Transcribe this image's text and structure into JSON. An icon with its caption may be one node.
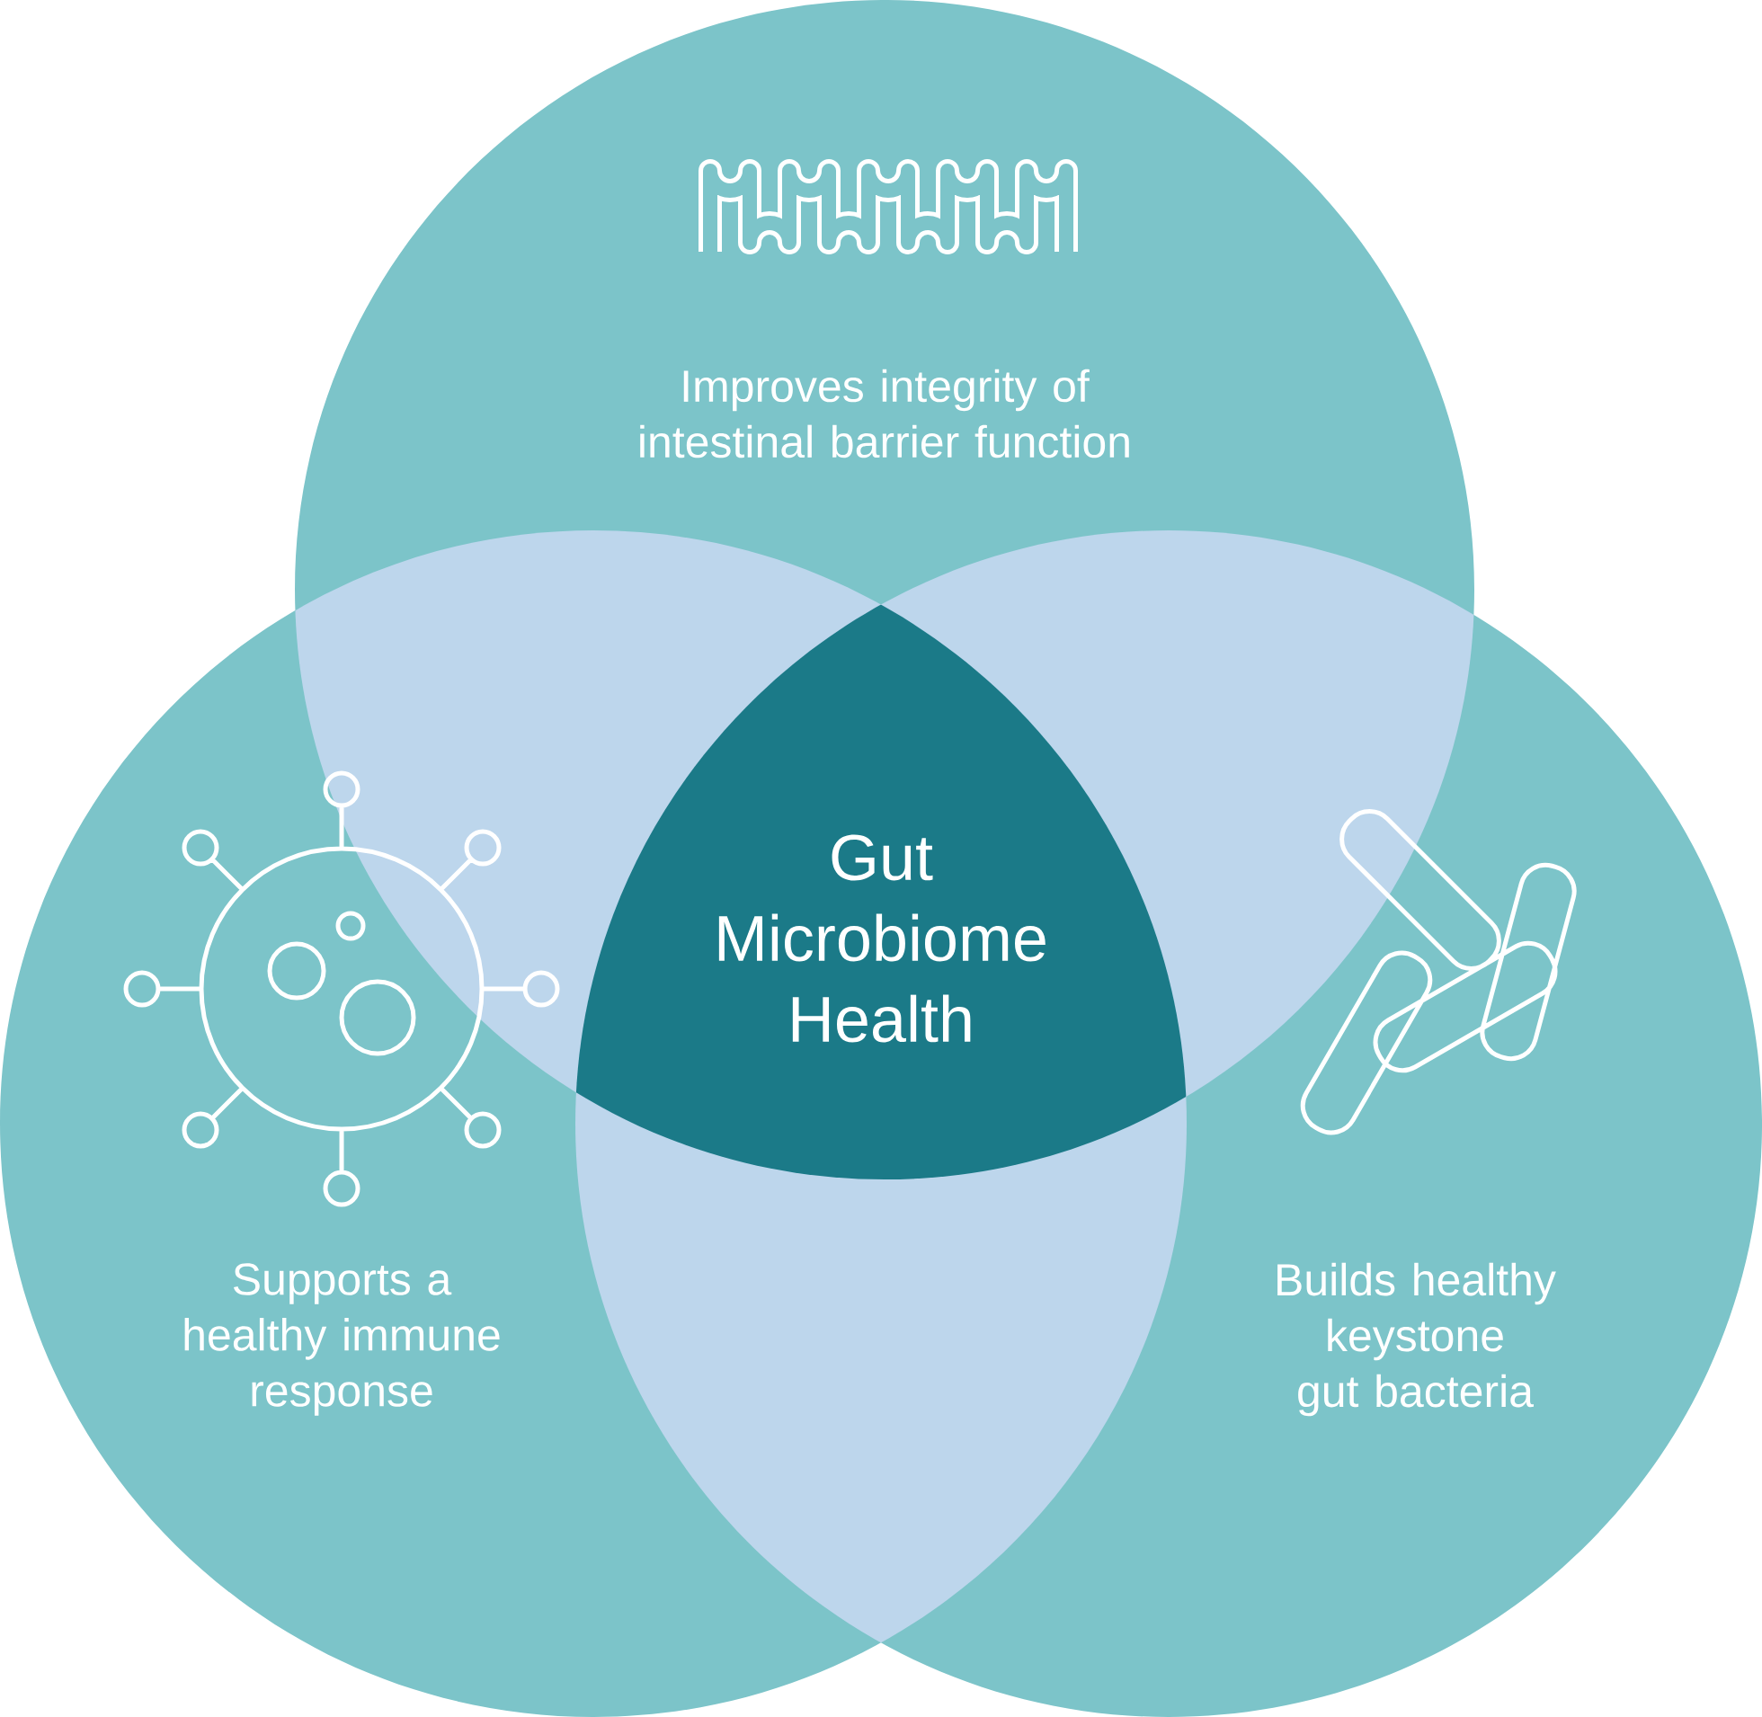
{
  "diagram": {
    "nodes": [
      {
        "text": [
          "Improves integrity of intestinal barrier function"
        ]
      },
      {
        "text": [
          "Supports a healthy immune response"
        ]
      },
      {
        "text": [
          "Builds healthy keystone gut bacteria"
        ]
      },
      {
        "text": [
          "Gut Microbiome Health"
        ]
      }
    ]
  }
}
